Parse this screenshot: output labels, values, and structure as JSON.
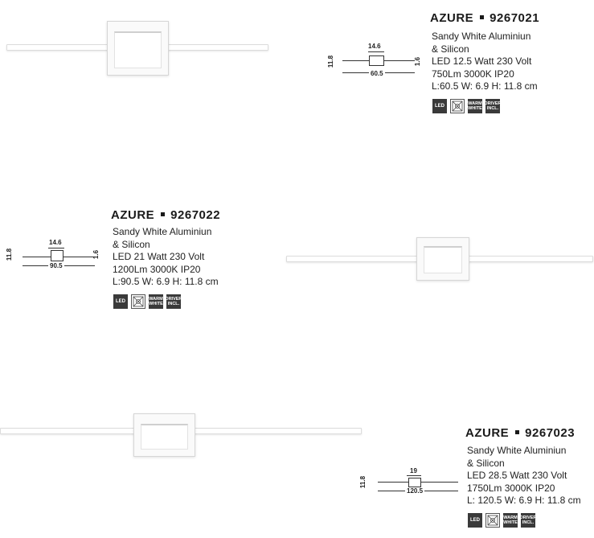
{
  "products": [
    {
      "name": "AZURE",
      "code": "9267021",
      "specs": [
        "Sandy White Aluminiun",
        "& Silicon",
        "LED 12.5 Watt 230 Volt",
        "750Lm 3000K IP20",
        "L:60.5 W: 6.9 H: 11.8 cm"
      ],
      "dims": {
        "plate": "14.6",
        "length": "60.5",
        "height": "11.8",
        "depth": "1.6"
      }
    },
    {
      "name": "AZURE",
      "code": "9267022",
      "specs": [
        "Sandy White Aluminiun",
        "& Silicon",
        "LED 21 Watt 230 Volt",
        "1200Lm 3000K IP20",
        "L:90.5 W: 6.9 H: 11.8 cm"
      ],
      "dims": {
        "plate": "14.6",
        "length": "90.5",
        "height": "11.8",
        "depth": "1.6"
      }
    },
    {
      "name": "AZURE",
      "code": "9267023",
      "specs": [
        "Sandy White Aluminiun",
        "& Silicon",
        "LED 28.5 Watt 230 Volt",
        "1750Lm 3000K IP20",
        "L: 120.5 W: 6.9 H: 11.8 cm"
      ],
      "dims": {
        "plate": "19",
        "length": "120.5",
        "height": "11.8",
        "depth": ""
      }
    }
  ],
  "icons": {
    "led": "LED",
    "warm_white": [
      "WARM",
      "WHITE"
    ],
    "driver": [
      "DRIVER",
      "INCL."
    ]
  }
}
